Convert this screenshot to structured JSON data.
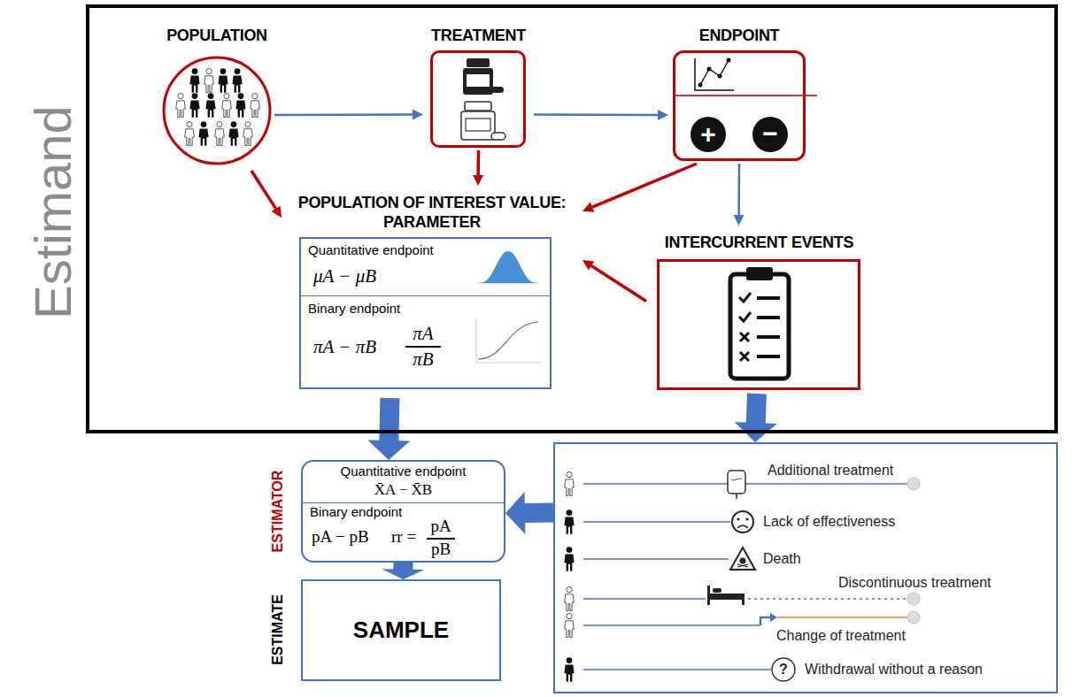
{
  "diagram": {
    "nodes": [
      {
        "text": [
          "Estimand"
        ]
      },
      {
        "text": [
          "POPULATION"
        ],
        "in": 0
      },
      {
        "text": [
          "TREATMENT"
        ],
        "in": 0
      },
      {
        "text": [
          "ENDPOINT",
          "+",
          "−"
        ],
        "in": 0
      },
      {
        "text": [
          "POPULATION OF INTEREST VALUE: PARAMETER",
          "Quantitative endpoint",
          "μA − μB",
          "Binary endpoint",
          "πA − πB",
          "πA",
          "πB"
        ],
        "in": 0
      },
      {
        "text": [
          "INTERCURRENT EVENTS"
        ],
        "in": 0
      },
      {
        "text": [
          "ESTIMATOR",
          "Quantitative endpoint",
          "X̄A − X̄B",
          "Binary endpoint",
          "pA − pB",
          "rr =",
          "pA",
          "pB"
        ]
      },
      {
        "text": [
          "ESTIMATE",
          "SAMPLE"
        ]
      },
      {
        "text": [
          "Additional treatment",
          "Lack of effectiveness",
          "Death",
          "Discontinuous treatment",
          "Change of treatment",
          "?",
          "Withdrawal without a reason"
        ]
      }
    ],
    "edges": [
      {
        "from": 1,
        "to": 2,
        "arrow": "to"
      },
      {
        "from": 2,
        "to": 3,
        "arrow": "to"
      },
      {
        "from": 3,
        "to": 5,
        "arrow": "to"
      },
      {
        "from": 1,
        "to": 4,
        "arrow": "to"
      },
      {
        "from": 2,
        "to": 4,
        "arrow": "to"
      },
      {
        "from": 3,
        "to": 4,
        "arrow": "to"
      },
      {
        "from": 5,
        "to": 4,
        "arrow": "to"
      },
      {
        "from": 4,
        "to": 6,
        "arrow": "to"
      },
      {
        "from": 5,
        "to": 8,
        "arrow": "to"
      },
      {
        "from": 8,
        "to": 6,
        "arrow": "to"
      },
      {
        "from": 6,
        "to": 7,
        "arrow": "to"
      }
    ]
  }
}
